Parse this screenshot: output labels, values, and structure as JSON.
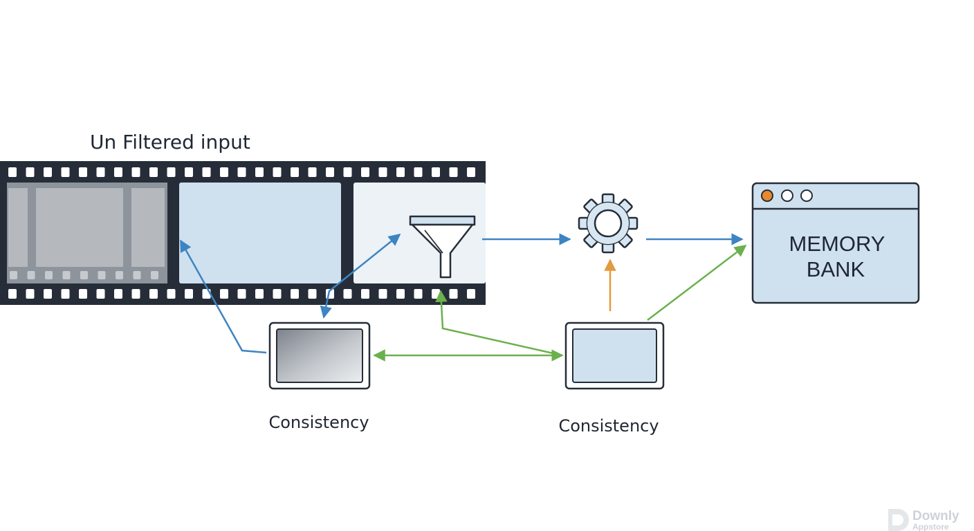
{
  "title": "Un Filtered input",
  "memory_bank": {
    "line1": "MEMORY",
    "line2": "BANK"
  },
  "consistency_left": "Consistency",
  "consistency_right": "Consistency",
  "watermark": {
    "line1": "Downly",
    "line2": "Appstore"
  },
  "colors": {
    "film": "#262d38",
    "frame_blue": "#cfe0ef",
    "frame_pale": "#edf2f7",
    "arrow_blue": "#3d84c2",
    "arrow_green": "#6ab04c",
    "arrow_orange": "#e39a3f",
    "dot_orange": "#e8892e",
    "outline": "#262d38"
  },
  "icons": [
    "funnel-icon",
    "gear-icon",
    "window-dots-icon",
    "downly-logo-icon"
  ]
}
